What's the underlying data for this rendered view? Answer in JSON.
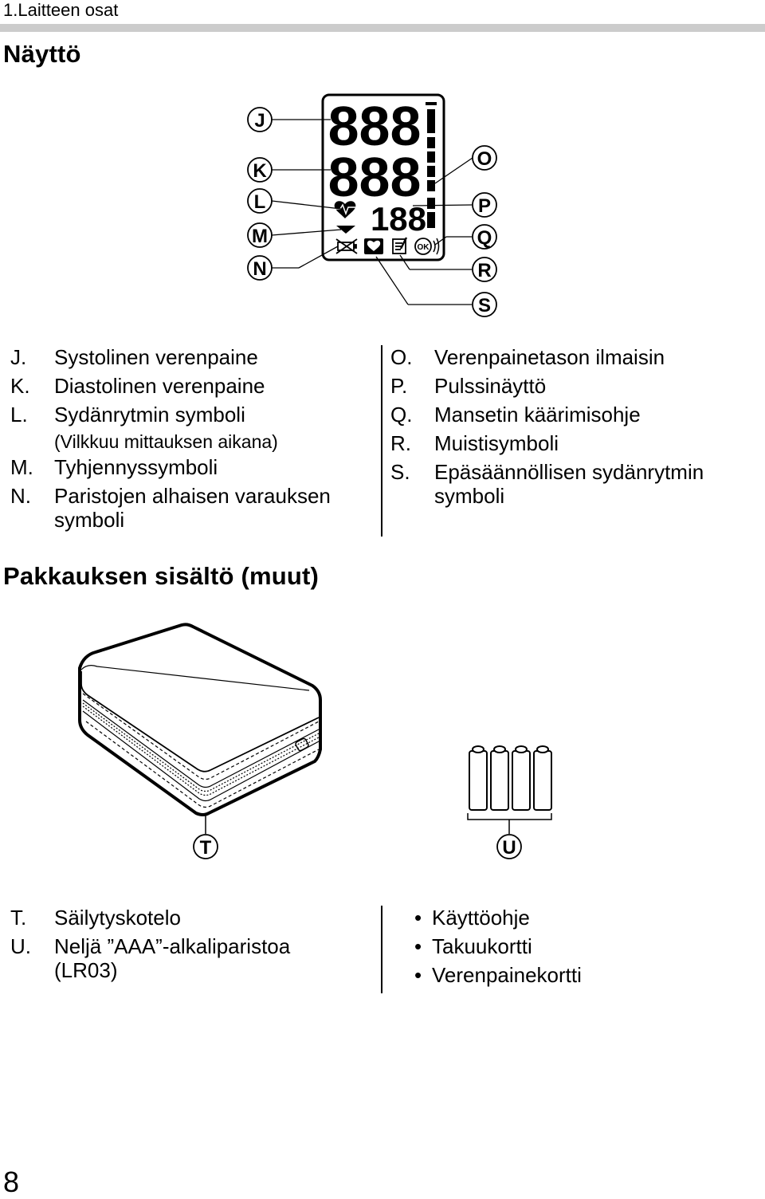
{
  "header": {
    "section": "1.Laitteen osat"
  },
  "display_section": {
    "title": "Näyttö",
    "callouts_left": [
      "J",
      "K",
      "L",
      "M",
      "N"
    ],
    "callouts_right": [
      "O",
      "P",
      "Q",
      "R",
      "S"
    ],
    "lcd": {
      "systolic_digits": "888",
      "diastolic_digits": "888",
      "pulse_digits": "188",
      "ok_label": "OK"
    },
    "items_left": [
      {
        "key": "J.",
        "text": "Systolinen verenpaine"
      },
      {
        "key": "K.",
        "text": "Diastolinen verenpaine"
      },
      {
        "key": "L.",
        "text": "Sydänrytmin symboli",
        "sub": "(Vilkkuu mittauksen aikana)"
      },
      {
        "key": "M.",
        "text": "Tyhjennyssymboli"
      },
      {
        "key": "N.",
        "text": "Paristojen alhaisen varauksen",
        "line2": "symboli"
      }
    ],
    "items_right": [
      {
        "key": "O.",
        "text": "Verenpainetason ilmaisin"
      },
      {
        "key": "P.",
        "text": "Pulssinäyttö"
      },
      {
        "key": "Q.",
        "text": "Mansetin käärimisohje"
      },
      {
        "key": "R.",
        "text": "Muistisymboli"
      },
      {
        "key": "S.",
        "text": "Epäsäännöllisen sydänrytmin",
        "line2": "symboli"
      }
    ]
  },
  "package_section": {
    "title": "Pakkauksen sisältö (muut)",
    "callouts": [
      "T",
      "U"
    ],
    "items": [
      {
        "key": "T.",
        "text": "Säilytyskotelo"
      },
      {
        "key": "U.",
        "text": "Neljä ”AAA”-alkaliparistoa",
        "line2": "(LR03)"
      }
    ],
    "bullets": [
      "Käyttöohje",
      "Takuukortti",
      "Verenpainekortti"
    ],
    "bullet_symbol": "•"
  },
  "footer": {
    "page_number": "8"
  }
}
